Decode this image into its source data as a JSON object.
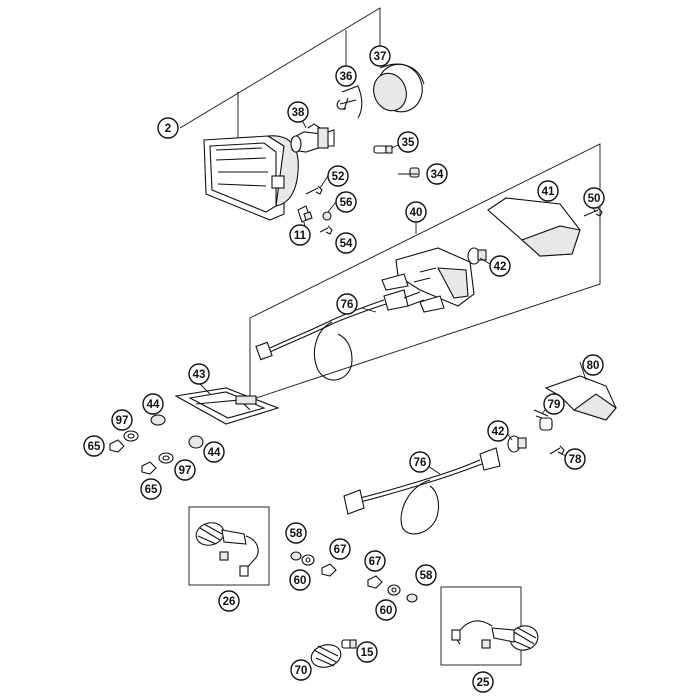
{
  "diagram": {
    "callouts": [
      {
        "id": "c2",
        "label": "2"
      },
      {
        "id": "c36",
        "label": "36"
      },
      {
        "id": "c37",
        "label": "37"
      },
      {
        "id": "c38",
        "label": "38"
      },
      {
        "id": "c35",
        "label": "35"
      },
      {
        "id": "c34",
        "label": "34"
      },
      {
        "id": "c52",
        "label": "52"
      },
      {
        "id": "c56",
        "label": "56"
      },
      {
        "id": "c11",
        "label": "11"
      },
      {
        "id": "c54",
        "label": "54"
      },
      {
        "id": "c40",
        "label": "40"
      },
      {
        "id": "c41",
        "label": "41"
      },
      {
        "id": "c50",
        "label": "50"
      },
      {
        "id": "c42a",
        "label": "42"
      },
      {
        "id": "c76a",
        "label": "76"
      },
      {
        "id": "c43",
        "label": "43"
      },
      {
        "id": "c44a",
        "label": "44"
      },
      {
        "id": "c97a",
        "label": "97"
      },
      {
        "id": "c65a",
        "label": "65"
      },
      {
        "id": "c44b",
        "label": "44"
      },
      {
        "id": "c97b",
        "label": "97"
      },
      {
        "id": "c65b",
        "label": "65"
      },
      {
        "id": "c80",
        "label": "80"
      },
      {
        "id": "c79",
        "label": "79"
      },
      {
        "id": "c42b",
        "label": "42"
      },
      {
        "id": "c78",
        "label": "78"
      },
      {
        "id": "c76b",
        "label": "76"
      },
      {
        "id": "c58a",
        "label": "58"
      },
      {
        "id": "c67a",
        "label": "67"
      },
      {
        "id": "c67b",
        "label": "67"
      },
      {
        "id": "c60a",
        "label": "60"
      },
      {
        "id": "c58b",
        "label": "58"
      },
      {
        "id": "c60b",
        "label": "60"
      },
      {
        "id": "c26",
        "label": "26"
      },
      {
        "id": "c15",
        "label": "15"
      },
      {
        "id": "c70",
        "label": "70"
      },
      {
        "id": "c25",
        "label": "25"
      }
    ]
  }
}
